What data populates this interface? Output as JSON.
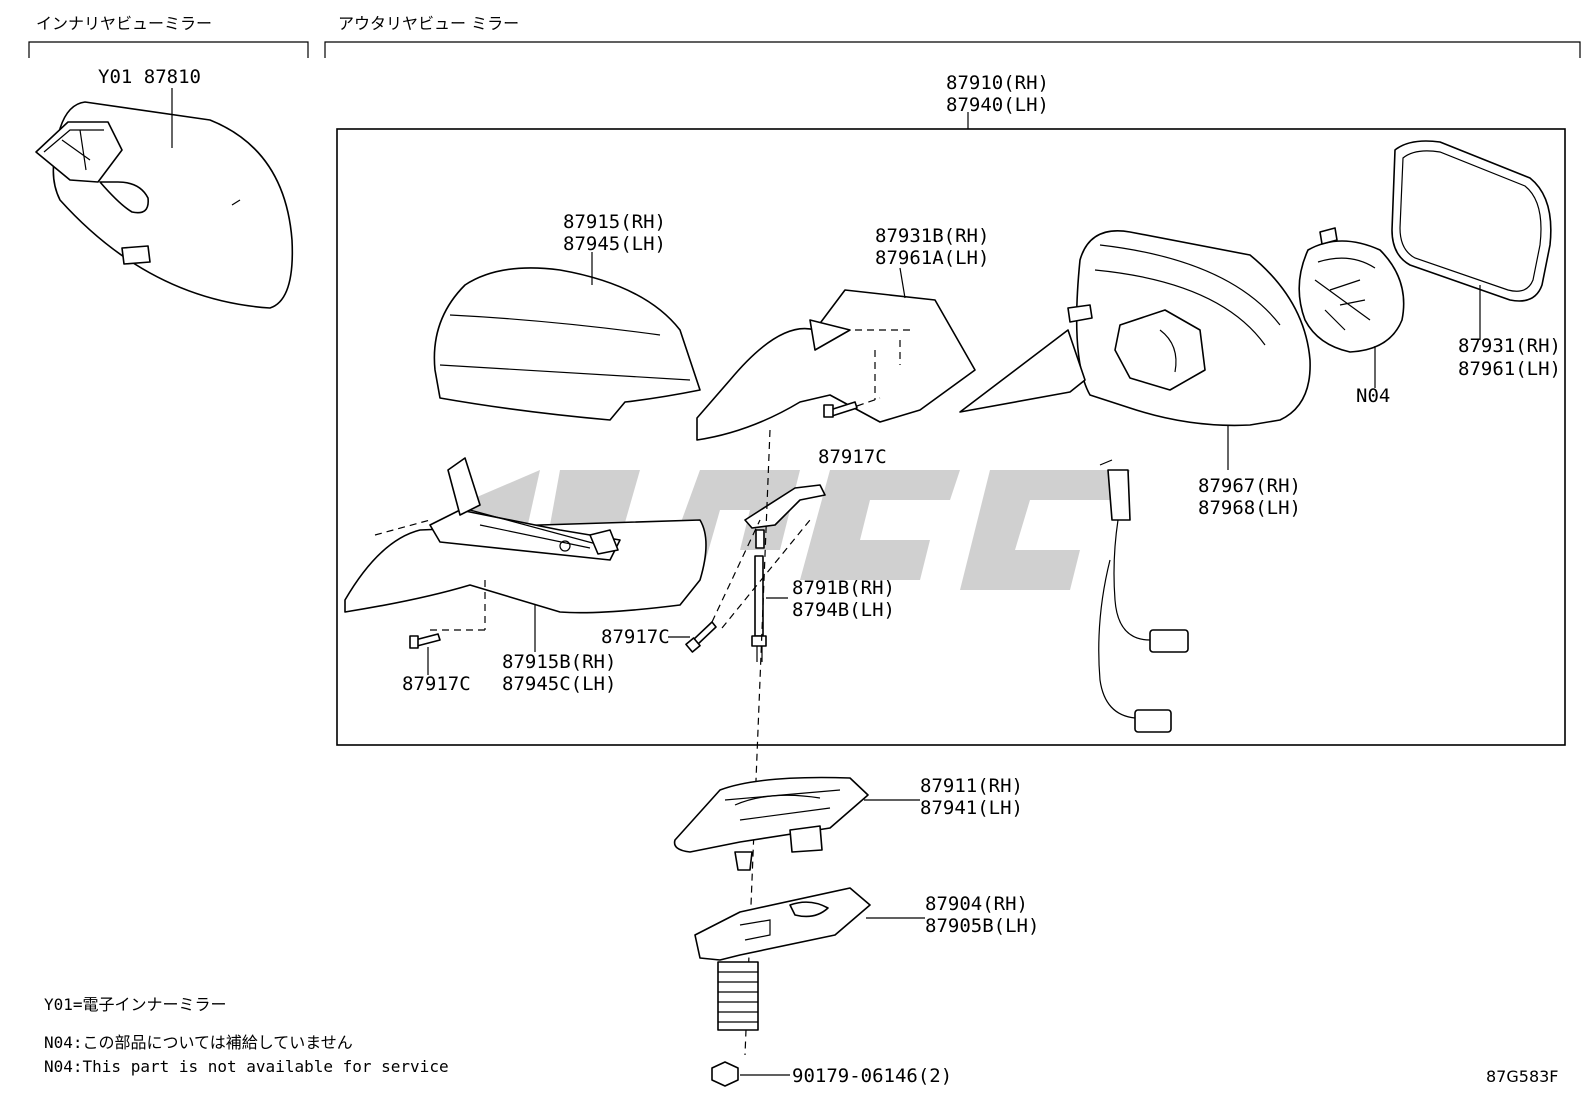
{
  "sections": {
    "inner": "インナリヤビューミラー",
    "outer": "アウタリヤビュー ミラー"
  },
  "parts": {
    "inner_mirror": "Y01 87810",
    "outer_assy_rh": "87910(RH)",
    "outer_assy_lh": "87940(LH)",
    "cover_rh": "87915(RH)",
    "cover_lh": "87945(LH)",
    "frame_rh": "87931B(RH)",
    "frame_lh": "87961A(LH)",
    "screw_1": "87917C",
    "screw_2": "87917C",
    "screw_3": "87917C",
    "lower_cover_rh": "87915B(RH)",
    "lower_cover_lh": "87945C(LH)",
    "rod_rh": "8791B(RH)",
    "rod_lh": "8794B(LH)",
    "housing_rh": "87967(RH)",
    "housing_lh": "87968(LH)",
    "actuator": "N04",
    "glass_rh": "87931(RH)",
    "glass_lh": "87961(LH)",
    "base_cover_rh": "87911(RH)",
    "base_cover_lh": "87941(LH)",
    "bracket_rh": "87904(RH)",
    "bracket_lh": "87905B(LH)",
    "nut": "90179-06146(2)"
  },
  "notes": {
    "y01": "Y01=電子インナーミラー",
    "n04_jp": "N04:この部品については補給していません",
    "n04_en": "N04:This part is not available for service"
  },
  "code": "87G583F"
}
